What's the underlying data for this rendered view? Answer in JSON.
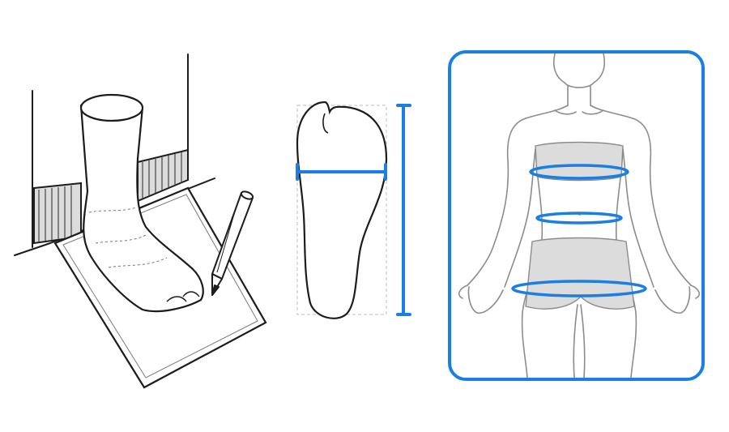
{
  "colors": {
    "accent": "#1a7fe0",
    "ink": "#1c1c1c",
    "sketch": "#8c8c8c",
    "shade": "#d8d8d8",
    "paper": "#ffffff"
  },
  "icons": {
    "foot_tracing": "foot-on-paper-with-pencil-illustration",
    "foot_outline": "foot-sole-outline-illustration",
    "body": "female-torso-illustration"
  },
  "measurements": {
    "foot": [
      "foot-length",
      "foot-width"
    ],
    "body": [
      "bust",
      "waist",
      "hips"
    ]
  }
}
